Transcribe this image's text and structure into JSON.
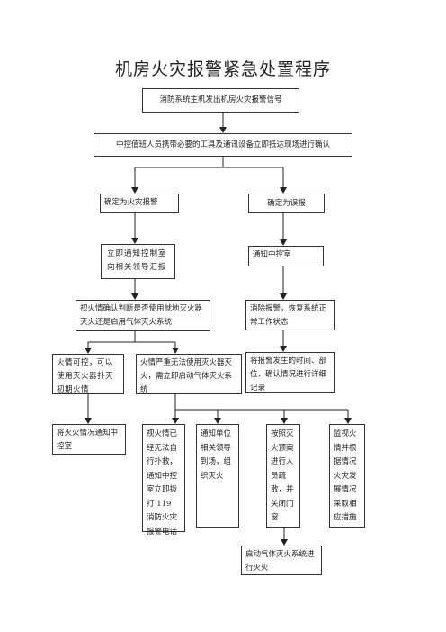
{
  "title": "机房火灾报警紧急处置程序",
  "nodes": {
    "alarm_signal": "消防系统主机发出机房火灾报警信号",
    "confirm_onsite": "中控值班人员携带必要的工具及通讯设备立即抵达现场进行确认",
    "fire_confirmed": "确定为火灾报警",
    "false_alarm": "确定为误报",
    "notify_control": "立即通知控制室向相关领导汇报",
    "notify_center": "通知中控室",
    "assess_fire": "视火情确认判断是否使用就地灭火器灭火还是启用气体灭火系统",
    "clear_alarm": "消除报警，恢复系统正常工作状态",
    "fire_controllable": "火情可控，可以使用灭火器扑灭初期火情",
    "fire_severe": "火情严重无法使用灭火器灭火，需立即启动气体灭火系统",
    "record_details": "将报警发生的时间、部位、确认情况进行详细记录",
    "report_result": "将灭火情况通知中控室",
    "call_119": "视火情已经无法自行扑救，通知中控室立即拨打 119 消防火灾报警电话",
    "notify_leaders": "通知单位相关领导到场，组织灭火",
    "evacuate": "按照灭火预案进行人员疏散，并关闭门窗",
    "monitor": "监视火情并根据情况火灾发展情况采取相应措施",
    "start_gas_system": "启动气体灭火系统进行灭火"
  }
}
